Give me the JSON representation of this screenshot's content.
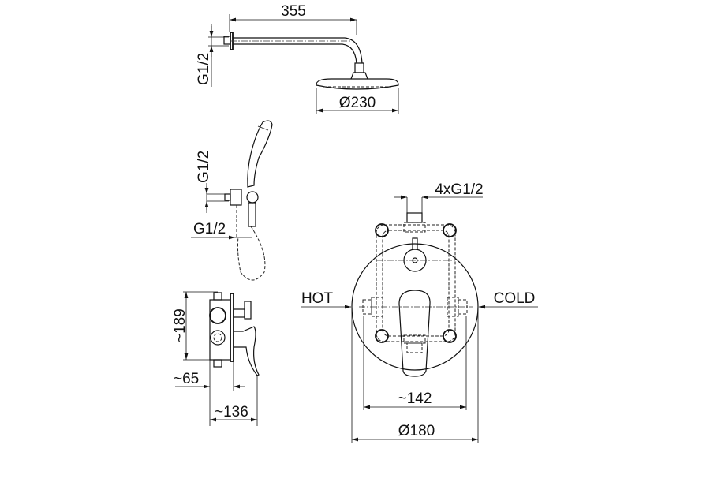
{
  "drawing": {
    "overhead_shower": {
      "arm_length": "355",
      "connection": "G1/2",
      "head_diameter": "Ø230"
    },
    "hand_shower": {
      "connection_vertical": "G1/2",
      "connection_horizontal": "G1/2"
    },
    "mixer_side": {
      "height": "~189",
      "depth_min": "~65",
      "depth_max": "~136"
    },
    "mixer_front": {
      "outlets": "4xG1/2",
      "hot": "HOT",
      "cold": "COLD",
      "body_width": "~142",
      "plate_diameter": "Ø180"
    }
  },
  "colors": {
    "line": "#111111",
    "background": "#ffffff"
  }
}
